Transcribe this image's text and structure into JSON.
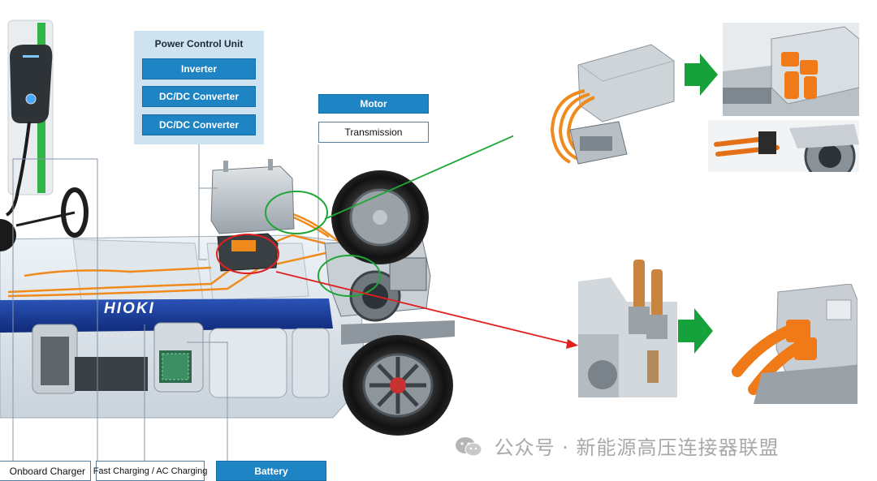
{
  "pcu": {
    "title": "Power Control Unit",
    "items": [
      "Inverter",
      "DC/DC Converter",
      "DC/DC Converter"
    ]
  },
  "motor_label": "Motor",
  "transmission_label": "Transmission",
  "brand_label": "HIOKI",
  "bottom_labels": {
    "onboard_charger": "Onboard Charger",
    "fast_charging": "Fast Charging / AC Charging",
    "battery": "Battery"
  },
  "watermark": "公众号 · 新能源高压连接器联盟",
  "colors": {
    "callout_blue": "#1f84c3",
    "pcu_panel": "#cfe2ef",
    "green_arrow": "#1fa637",
    "red_arrow": "#e0201f",
    "orange_cable": "#f08a1c"
  }
}
